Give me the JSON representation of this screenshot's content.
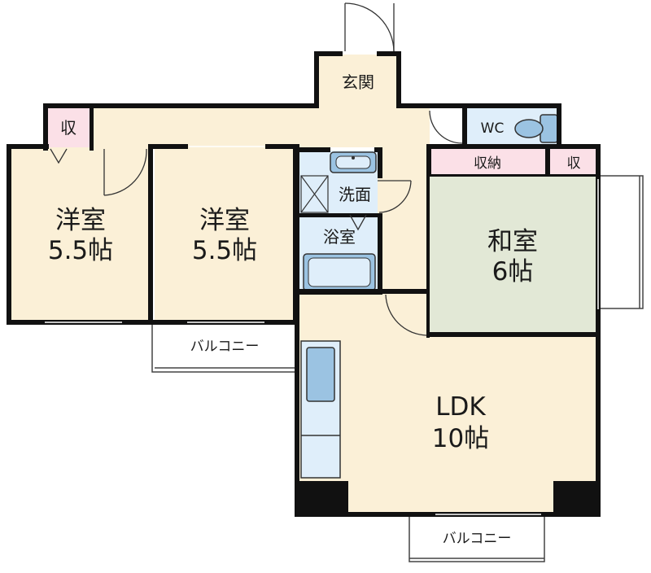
{
  "rooms": {
    "western_room_1": {
      "name": "洋室",
      "size": "5.5帖"
    },
    "western_room_2": {
      "name": "洋室",
      "size": "5.5帖"
    },
    "japanese_room": {
      "name": "和室",
      "size": "6帖"
    },
    "ldk": {
      "name": "LDK",
      "size": "10帖"
    },
    "entrance": "玄関",
    "toilet": "WC",
    "washroom": "洗面",
    "bathroom": "浴室",
    "storage_large": "収納",
    "storage_small_left": "収",
    "storage_small_right": "収",
    "balcony_left": "バルコニー",
    "balcony_bottom": "バルコニー"
  },
  "colors": {
    "wall": "#111111",
    "room_floor": "#fbf0d7",
    "japanese_room_floor": "#e2e8d6",
    "wet_area": "#dfeefa",
    "storage": "#fbe0e7",
    "fixture": "#9bc3e2"
  }
}
